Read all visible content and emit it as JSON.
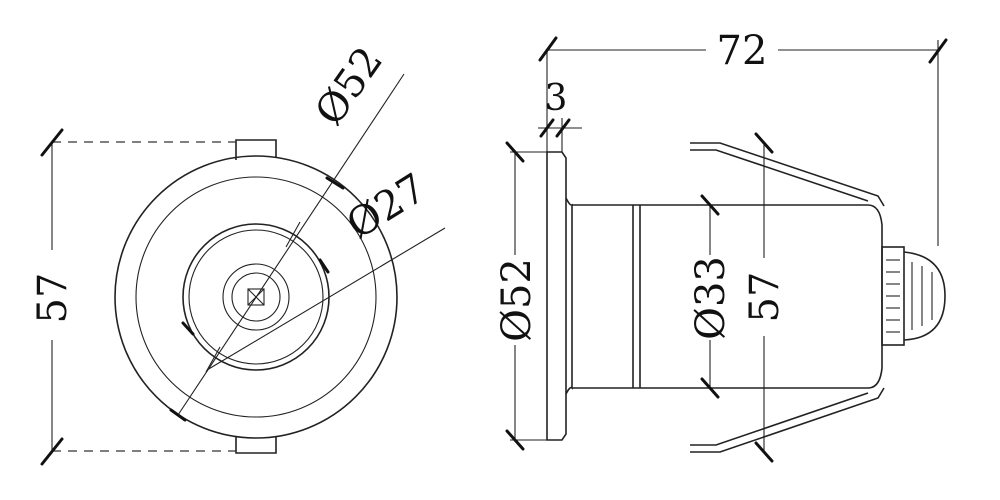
{
  "dimensions": {
    "front_height": "57",
    "front_outer_diameter": "Ø52",
    "front_inner_diameter": "Ø27",
    "side_total_length": "72",
    "side_flange_thickness": "3",
    "side_flange_diameter": "Ø52",
    "side_body_diameter": "Ø33",
    "side_clip_height": "57"
  }
}
